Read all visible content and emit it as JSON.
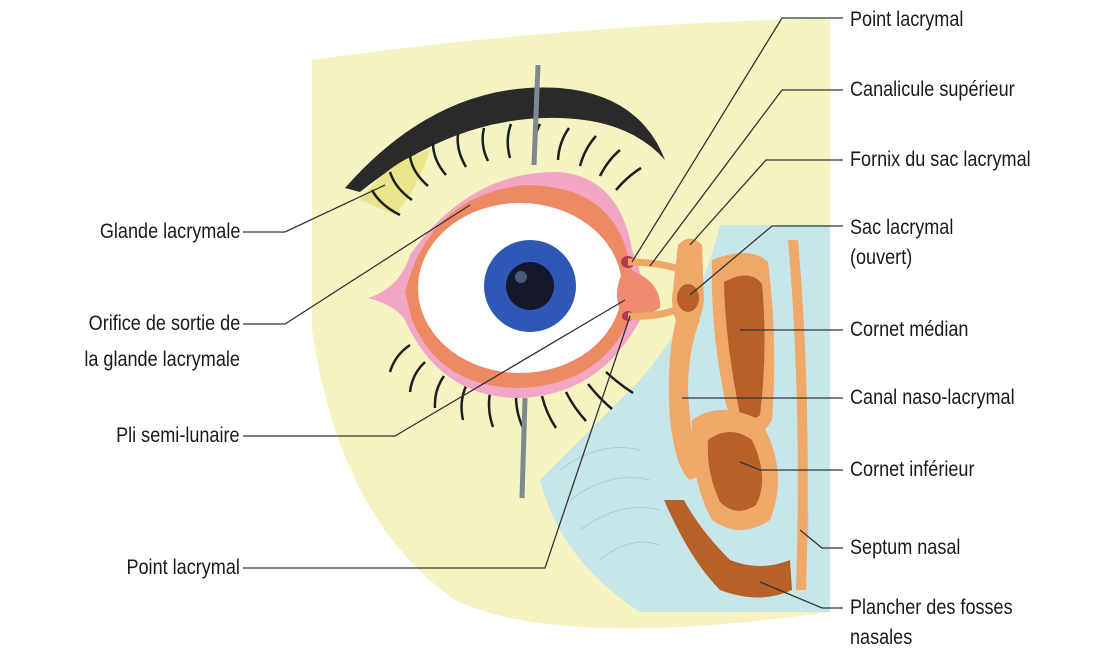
{
  "labels_left": {
    "glande": "Glande lacrymale",
    "orifice_line1": "Orifice de sortie de",
    "orifice_line2": "la glande lacrymale",
    "pli": "Pli semi-lunaire",
    "point_inf": "Point lacrymal"
  },
  "labels_right": {
    "point_sup": "Point lacrymal",
    "canalicule": "Canalicule supérieur",
    "fornix": "Fornix du sac lacrymal",
    "sac_line1": "Sac lacrymal",
    "sac_line2": "(ouvert)",
    "cornet_median": "Cornet médian",
    "canal": "Canal naso-lacrymal",
    "cornet_inferieur": "Cornet inférieur",
    "septum": "Septum nasal",
    "plancher_line1": "Plancher des fosses",
    "plancher_line2": "nasales"
  },
  "colors": {
    "face": "#f6f3c2",
    "nasal_cavity": "#c6e6ea",
    "eyelid": "#ee8a63",
    "conjunctiva": "#f2a6c6",
    "iris": "#2f57b6",
    "pupil": "#14182a",
    "lashes": "#1e1e1e",
    "lacrimal_duct": "#f0a868",
    "turbinate": "#b8602a"
  }
}
